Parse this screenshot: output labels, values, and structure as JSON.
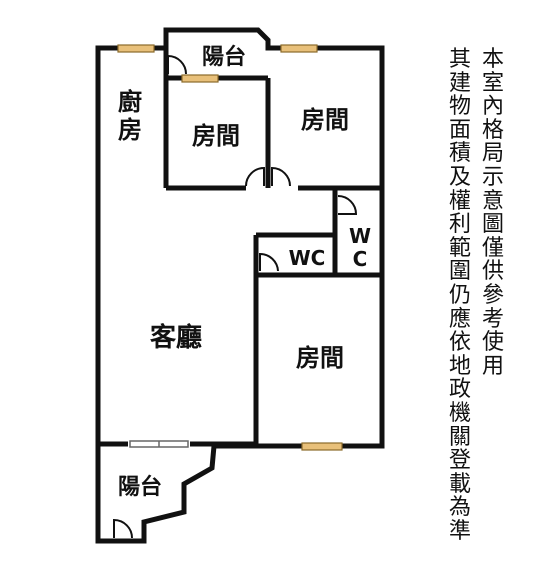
{
  "rooms": {
    "top_balcony": "陽台",
    "kitchen_line1": "廚",
    "kitchen_line2": "房",
    "bedroom_small": "房間",
    "bedroom_top_right": "房間",
    "wc_middle": "WC",
    "wc_right_line1": "W",
    "wc_right_line2": "C",
    "living_room": "客廳",
    "bedroom_bottom": "房間",
    "bottom_balcony": "陽台"
  },
  "disclaimer": {
    "column_1": "本室內格局示意圖僅供參考使用",
    "column_2": "其建物面積及權利範圍仍應依地政機關登載為準"
  },
  "colors": {
    "wall": "#111111",
    "window_frame": "#8a6a2a",
    "window_fill": "#e8c07a",
    "door_swing": "#111111"
  }
}
